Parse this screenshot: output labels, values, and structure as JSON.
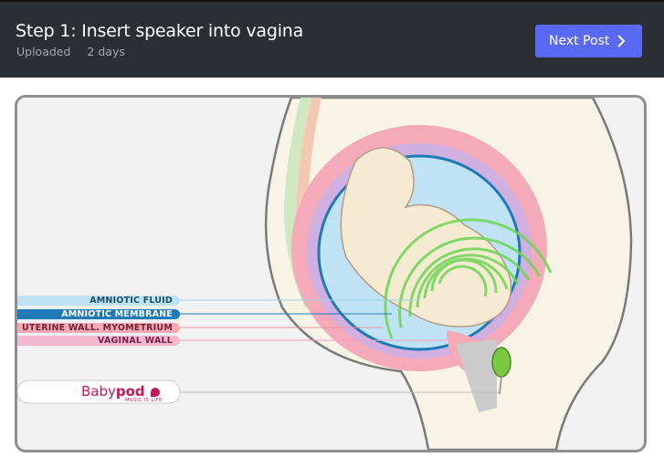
{
  "header": {
    "title": "Step 1: Insert speaker into vagina",
    "uploaded_label": "Uploaded",
    "uploaded_value": "2 days",
    "next_button_label": "Next Post"
  },
  "illustration": {
    "labels": [
      "AMNIOTIC FLUID",
      "AMNIOTIC MEMBRANE",
      "UTERINE WALL. MYOMETRIUM",
      "VAGINAL WALL"
    ],
    "brand": {
      "name_light": "Baby",
      "name_bold": "pod",
      "tagline": "MUSIC IS LIFE"
    },
    "colors": {
      "amniotic_fluid": "#bfe3f5",
      "amniotic_membrane": "#1f7ab8",
      "uterine_wall": "#f4aab8",
      "vaginal_wall": "#f5b9cf",
      "sound_waves": "#6fd654",
      "speaker": "#7ac943",
      "accent_button": "#5a69f4"
    }
  }
}
